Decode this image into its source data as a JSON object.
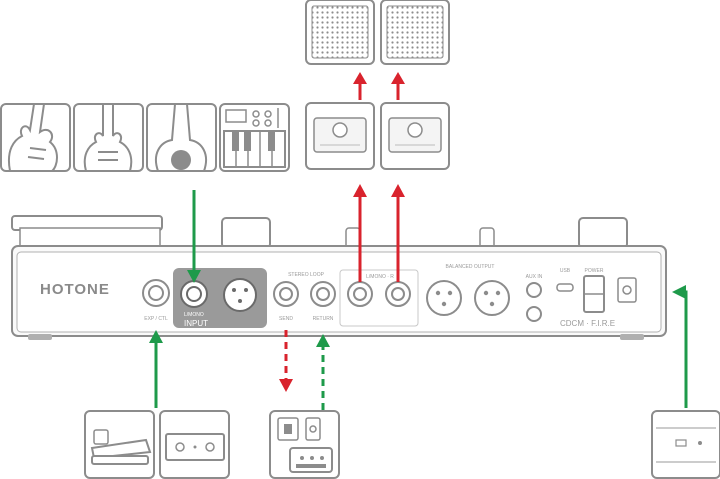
{
  "device": {
    "brand": "HOTONE",
    "model": "CDCM · F.I.R.E",
    "input_label": "INPUT",
    "input_sub_label": "L/MONO",
    "stereo_loop_label": "STEREO LOOP",
    "output_label": "L/MONO · R",
    "balanced_output_label": "BALANCED OUTPUT",
    "aux_in_label": "AUX IN",
    "usb_label": "USB",
    "power_label": "POWER",
    "exp_label": "EXP / CTL",
    "send_label": "SEND",
    "return_label": "RETURN"
  },
  "colors": {
    "signal_in": "#1e9a4a",
    "signal_out": "#d9232d",
    "outline": "#8c8c8c",
    "fill": "#f2f2f2"
  },
  "instruments": [
    "electric-guitar",
    "bass-guitar",
    "acoustic-guitar",
    "keyboard"
  ],
  "outputs": [
    "speaker-left",
    "speaker-right",
    "amp-left",
    "amp-right"
  ],
  "accessories": [
    "expression-pedal",
    "footswitch",
    "effects-pedal",
    "power-adapter"
  ]
}
